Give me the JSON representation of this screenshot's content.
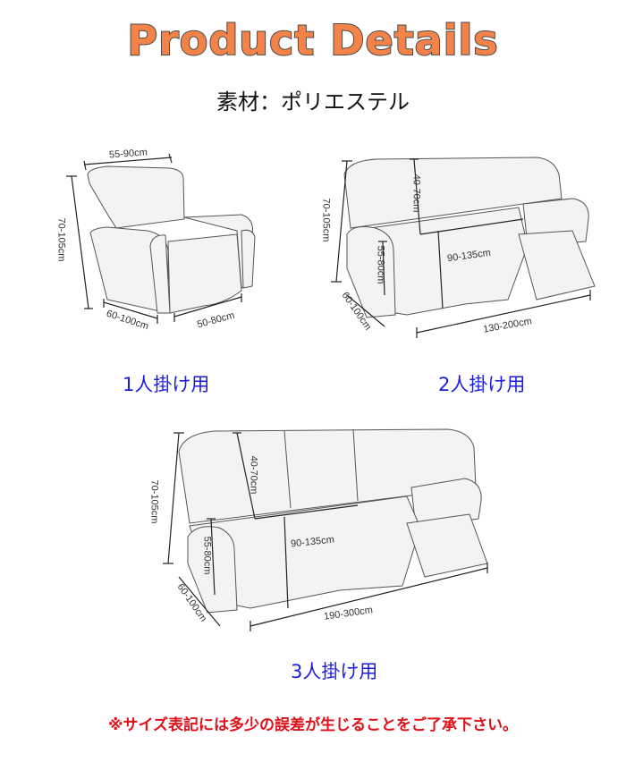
{
  "header": {
    "title": "Product Details",
    "material": "素材：ポリエステル"
  },
  "single": {
    "caption": "1人掛け用",
    "width_back": "55-90cm",
    "height": "70-105cm",
    "depth": "60-100cm",
    "seat_width": "50-80cm"
  },
  "double": {
    "caption": "2人掛け用",
    "back_height": "40-70cm",
    "height": "70-105cm",
    "arm_height": "55-80cm",
    "seat_depth": "90-135cm",
    "depth": "60-100cm",
    "width": "130-200cm"
  },
  "triple": {
    "caption": "3人掛け用",
    "back_height": "40-70cm",
    "height": "70-105cm",
    "arm_height": "55-80cm",
    "seat_depth": "90-135cm",
    "depth": "60-100cm",
    "width": "190-300cm"
  },
  "footer": {
    "note": "※サイズ表記には多少の誤差が生じることをご了承下さい。"
  }
}
